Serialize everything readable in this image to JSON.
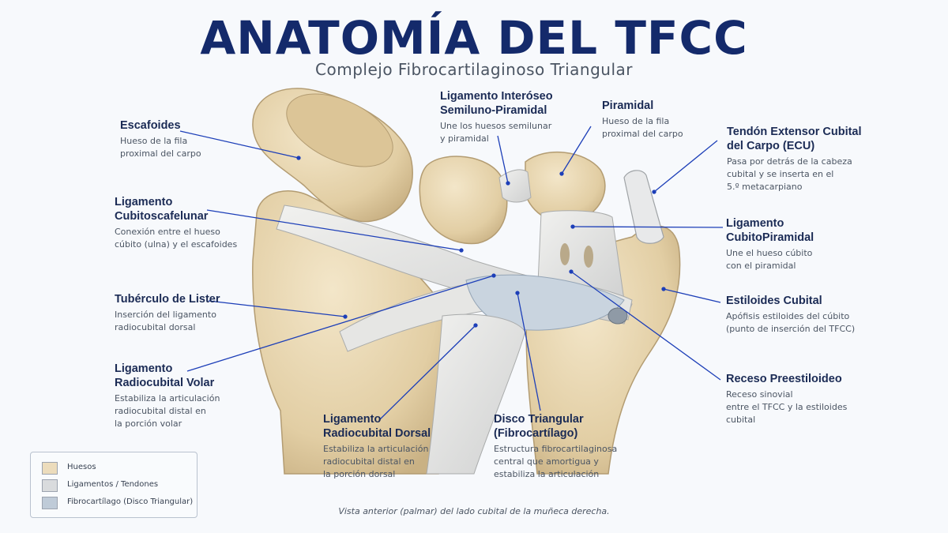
{
  "header": {
    "title": "ANATOMÍA DEL TFCC",
    "subtitle": "Complejo Fibrocartilaginoso Triangular"
  },
  "labels": {
    "escafoides": {
      "name": "Escafoides",
      "desc1": "Hueso de la fila",
      "desc2": "proximal del carpo"
    },
    "cubitoescafelunar": {
      "name1": "Ligamento",
      "name2": "Cubitoscafelunar",
      "desc1": "Conexión entre el hueso",
      "desc2": "cúbito (ulna) y el escafoides"
    },
    "lister": {
      "name": "Tubérculo de Lister",
      "desc1": "Inserción del ligamento",
      "desc2": "radiocubital dorsal"
    },
    "volar": {
      "name1": "Ligamento",
      "name2": "Radiocubital Volar",
      "desc1": "Estabiliza la articulación",
      "desc2": "radiocubital distal en",
      "desc3": "la porción volar"
    },
    "dorsal": {
      "name1": "Ligamento",
      "name2": "Radiocubital Dorsal",
      "desc1": "Estabiliza la articulación",
      "desc2": "radiocubital distal en",
      "desc3": "la porción dorsal"
    },
    "interoseo": {
      "name1": "Ligamento Interóseo",
      "name2": "Semiluno-Piramidal",
      "desc1": "Une los huesos semilunar",
      "desc2": "y piramidal"
    },
    "piramidal": {
      "name": "Piramidal",
      "desc1": "Hueso de la fila",
      "desc2": "proximal del carpo"
    },
    "disco": {
      "name1": "Disco Triangular",
      "name2": "(Fibrocartílago)",
      "desc1": "Estructura fibrocartilaginosa",
      "desc2": "central que amortigua y",
      "desc3": "estabiliza la articulación"
    },
    "ecu": {
      "name1": "Tendón Extensor Cubital",
      "name2": "del Carpo (ECU)",
      "desc1": "Pasa por detrás de la cabeza",
      "desc2": "cubital y se inserta en el",
      "desc3": "5.º metacarpiano"
    },
    "cubitopiramidal": {
      "name1": "Ligamento",
      "name2": "CubitoPiramidal",
      "desc1": "Une el hueso cúbito",
      "desc2": "con el piramidal"
    },
    "estiloides": {
      "name": "Estiloides Cubital",
      "desc1": "Apófisis estiloides del cúbito",
      "desc2": "(punto de inserción del TFCC)"
    },
    "receso": {
      "name": "Receso Preestiloideo",
      "desc1": "Receso sinovial",
      "desc2": "entre el TFCC y la estiloides",
      "desc3": "cubital"
    }
  },
  "legend": {
    "items": [
      {
        "label": "Huesos",
        "color": "#ecdcbc"
      },
      {
        "label": "Ligamentos / Tendones",
        "color": "#d9dbdd"
      },
      {
        "label": "Fibrocartílago (Disco Triangular)",
        "color": "#bfcbd8"
      }
    ]
  },
  "caption": "Vista anterior (palmar) del lado cubital de la muñeca derecha.",
  "colors": {
    "leader": "#1d3fb8",
    "bone": "#e6d3ad",
    "ligament": "#e4e4e2",
    "disc": "#c6d2de"
  }
}
